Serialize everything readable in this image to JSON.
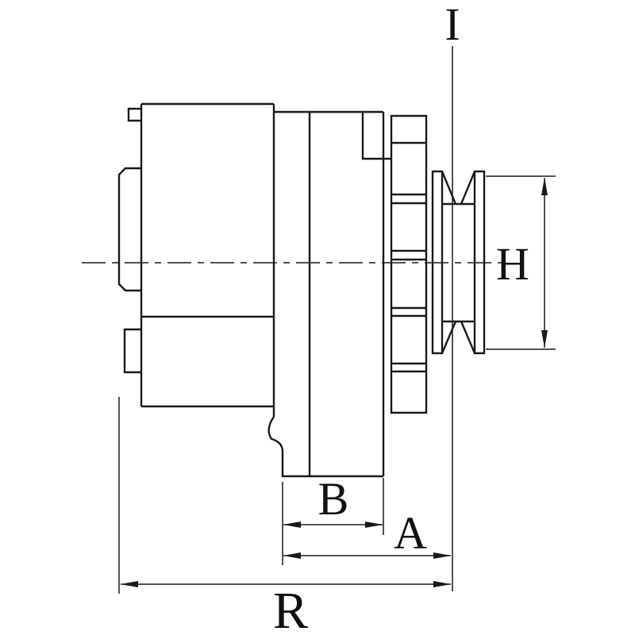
{
  "diagram": {
    "labels": {
      "I": "I",
      "H": "H",
      "B": "B",
      "A": "A",
      "R": "R"
    },
    "line_color": "#1a1a1a",
    "background_color": "#ffffff"
  }
}
